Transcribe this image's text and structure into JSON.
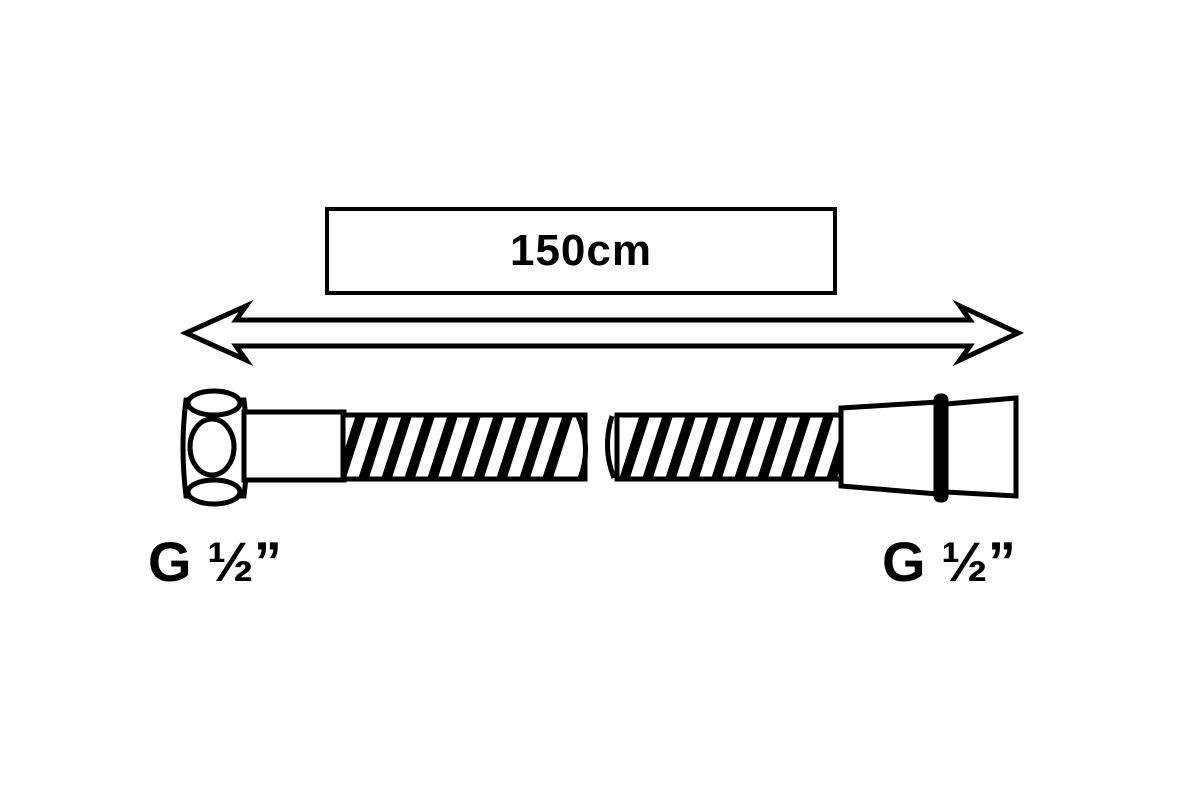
{
  "diagram": {
    "length_label": "150cm",
    "left_thread_label": "G ½”",
    "right_thread_label": "G ½”"
  },
  "colors": {
    "line": "#000000",
    "background": "#ffffff"
  },
  "icons": {
    "dimension": "double-arrow-icon",
    "left_end": "hex-nut-icon",
    "right_end": "cone-fitting-icon"
  }
}
